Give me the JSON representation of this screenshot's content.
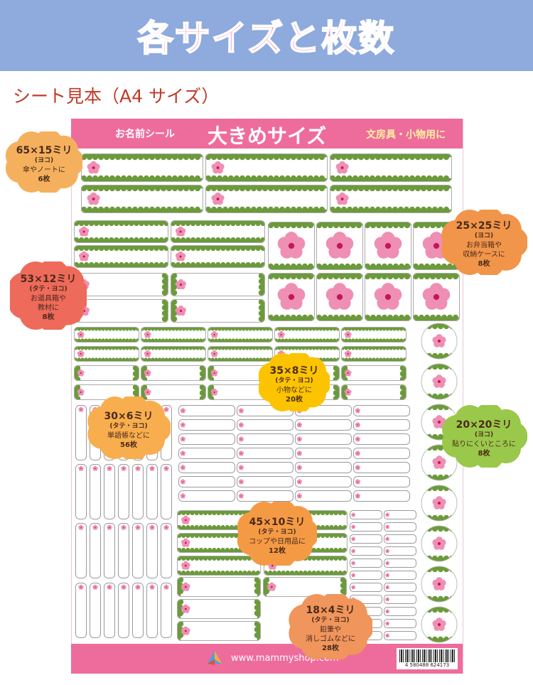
{
  "banner": {
    "title": "各サイズと枚数"
  },
  "section": {
    "title": "シート見本（A4 サイズ）"
  },
  "sheet": {
    "header_small": "お名前シール",
    "header_big": "大きめサイズ",
    "header_right": "文房具・小物用に",
    "url": "www.mammyshop.com",
    "barcode_number": "4 580488 624173"
  },
  "callouts": [
    {
      "size": "65×15ミリ",
      "orient": "(ヨコ)",
      "use": "傘やノートに",
      "count": "6枚",
      "color": "#f5b05e"
    },
    {
      "size": "25×25ミリ",
      "orient": "(ヨコ)",
      "use": "お弁当箱や",
      "use2": "収納ケースに",
      "count": "8枚",
      "color": "#f0954a"
    },
    {
      "size": "53×12ミリ",
      "orient": "(タテ・ヨコ)",
      "use": "お道具箱や",
      "use2": "教材に",
      "count": "8枚",
      "color": "#ee6a5a"
    },
    {
      "size": "35×8ミリ",
      "orient": "(タテ・ヨコ)",
      "use": "小物などに",
      "count": "20枚",
      "color": "#fcc400"
    },
    {
      "size": "30×6ミリ",
      "orient": "(タテ・ヨコ)",
      "use": "単語帳などに",
      "count": "56枚",
      "color": "#f8ae4e"
    },
    {
      "size": "20×20ミリ",
      "orient": "(ヨコ)",
      "use": "貼りにくいところに",
      "count": "8枚",
      "color": "#9ac84a"
    },
    {
      "size": "45×10ミリ",
      "orient": "(タテ・ヨコ)",
      "use": "コップや日用品に",
      "count": "12枚",
      "color": "#f49a45"
    },
    {
      "size": "18×4ミリ",
      "orient": "(タテ・ヨコ)",
      "use": "鉛筆や",
      "use2": "消しゴムなどに",
      "count": "28枚",
      "color": "#f0955c"
    }
  ],
  "colors": {
    "accent": "#ee6c9c",
    "banner": "#8faadc",
    "scallop": "#6b9a3a",
    "flower": "#ef8fb3"
  }
}
